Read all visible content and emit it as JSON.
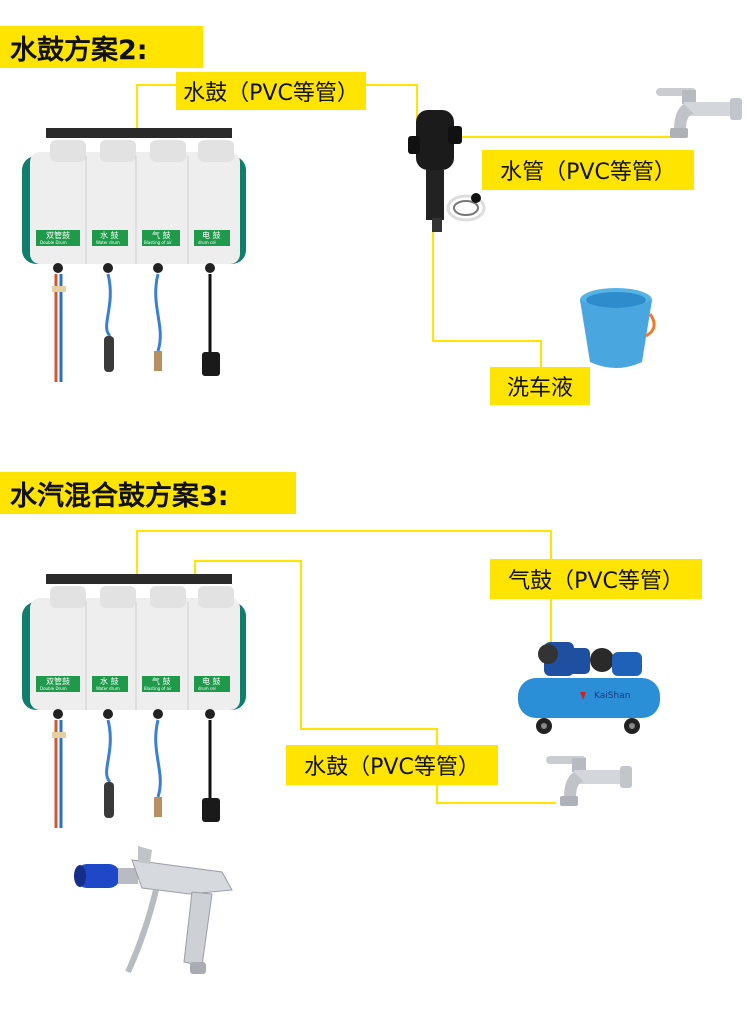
{
  "section1": {
    "title": "水鼓方案2:",
    "water_drum_tag": "水鼓（PVC等管）",
    "water_pipe_tag": "水管（PVC等管）",
    "car_wash_liquid_tag": "洗车液"
  },
  "section2": {
    "title": "水汽混合鼓方案3:",
    "air_drum_tag": "气鼓（PVC等管）",
    "water_drum_tag": "水鼓（PVC等管）"
  },
  "reel_unit": {
    "labels": [
      "双管鼓",
      "水 鼓",
      "气 鼓",
      "电 鼓"
    ],
    "sublabels": [
      "Double Drum",
      "Water drum",
      "Blasting of air",
      "drum  cel"
    ]
  },
  "compressor_brand": "KaiShan",
  "colors": {
    "banner_yellow": "#ffe400",
    "label_green": "#1e9a4a",
    "housing_teal": "#0f7f6b"
  }
}
